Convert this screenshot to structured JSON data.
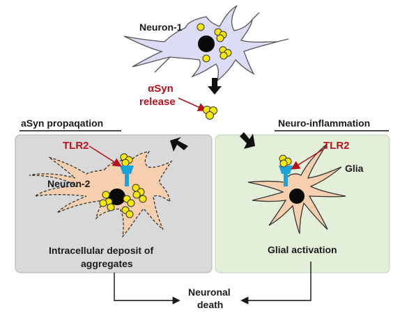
{
  "neuron1": {
    "label": "Neuron-1"
  },
  "release": {
    "line1": "αSyn",
    "line2": "release"
  },
  "left_panel": {
    "heading": "aSyn propaqation",
    "receptor": "TLR2",
    "cell_label": "Neuron-2",
    "caption_line1": "Intracellular deposit of",
    "caption_line2": "aggregates"
  },
  "right_panel": {
    "heading": "Neuro-inflammation",
    "receptor": "TLR2",
    "cell_label": "Glia",
    "caption": "Glial activation"
  },
  "outcome": {
    "line1": "Neuronal",
    "line2": "death"
  },
  "colors": {
    "left_panel_bg": "#d9d9d9",
    "right_panel_bg": "#e4efd9",
    "neuron1_fill": "#dcdcf7",
    "neuron2_fill": "#f6cfae",
    "glia_fill": "#f6cfae",
    "aggregate_yellow": "#f6e800",
    "receptor_blue": "#1aa3d9",
    "annotation_red": "#b5121b"
  }
}
